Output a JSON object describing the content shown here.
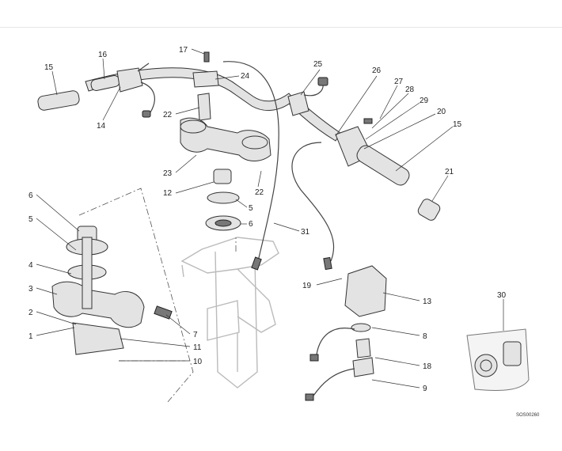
{
  "diagram": {
    "drawing_code": "SOS00260",
    "callouts": [
      {
        "id": "c1",
        "text": "1"
      },
      {
        "id": "c2",
        "text": "2"
      },
      {
        "id": "c3",
        "text": "3"
      },
      {
        "id": "c4",
        "text": "4"
      },
      {
        "id": "c5",
        "text": "5"
      },
      {
        "id": "c5b",
        "text": "5"
      },
      {
        "id": "c6",
        "text": "6"
      },
      {
        "id": "c6b",
        "text": "6"
      },
      {
        "id": "c7",
        "text": "7"
      },
      {
        "id": "c8",
        "text": "8"
      },
      {
        "id": "c9",
        "text": "9"
      },
      {
        "id": "c10",
        "text": "10"
      },
      {
        "id": "c11",
        "text": "11"
      },
      {
        "id": "c12",
        "text": "12"
      },
      {
        "id": "c13",
        "text": "13"
      },
      {
        "id": "c14",
        "text": "14"
      },
      {
        "id": "c15",
        "text": "15"
      },
      {
        "id": "c15b",
        "text": "15"
      },
      {
        "id": "c16",
        "text": "16"
      },
      {
        "id": "c17",
        "text": "17"
      },
      {
        "id": "c18",
        "text": "18"
      },
      {
        "id": "c19",
        "text": "19"
      },
      {
        "id": "c20",
        "text": "20"
      },
      {
        "id": "c21",
        "text": "21"
      },
      {
        "id": "c22",
        "text": "22"
      },
      {
        "id": "c22b",
        "text": "22"
      },
      {
        "id": "c23",
        "text": "23"
      },
      {
        "id": "c24",
        "text": "24"
      },
      {
        "id": "c25",
        "text": "25"
      },
      {
        "id": "c26",
        "text": "26"
      },
      {
        "id": "c27",
        "text": "27"
      },
      {
        "id": "c28",
        "text": "28"
      },
      {
        "id": "c29",
        "text": "29"
      },
      {
        "id": "c30",
        "text": "30"
      },
      {
        "id": "c31",
        "text": "31"
      }
    ]
  }
}
